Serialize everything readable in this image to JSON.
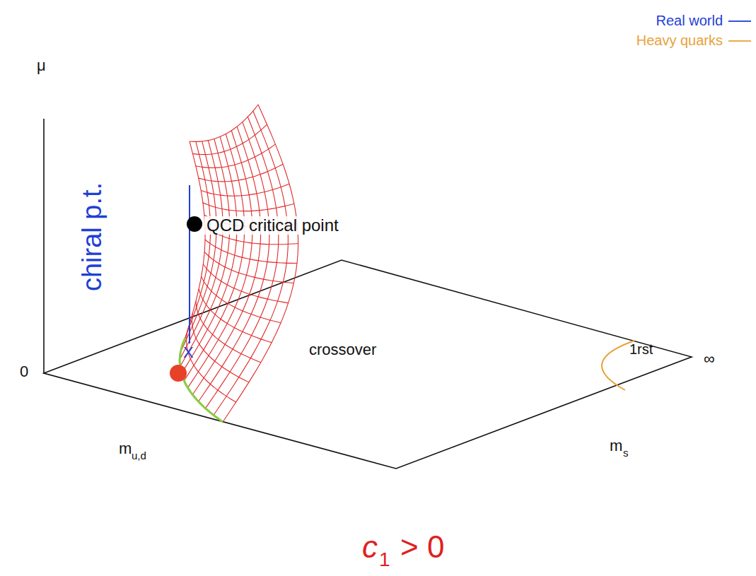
{
  "diagram": {
    "labels": [
      "μ",
      "chiral p.t.",
      "QCD critical point",
      "crossover",
      "1rst",
      "∞",
      "0",
      "X",
      "m",
      "u,d",
      "m",
      "s",
      "c",
      "1",
      "> 0"
    ],
    "legend": [
      {
        "text": "Real world"
      },
      {
        "text": "Heavy quarks"
      }
    ]
  }
}
